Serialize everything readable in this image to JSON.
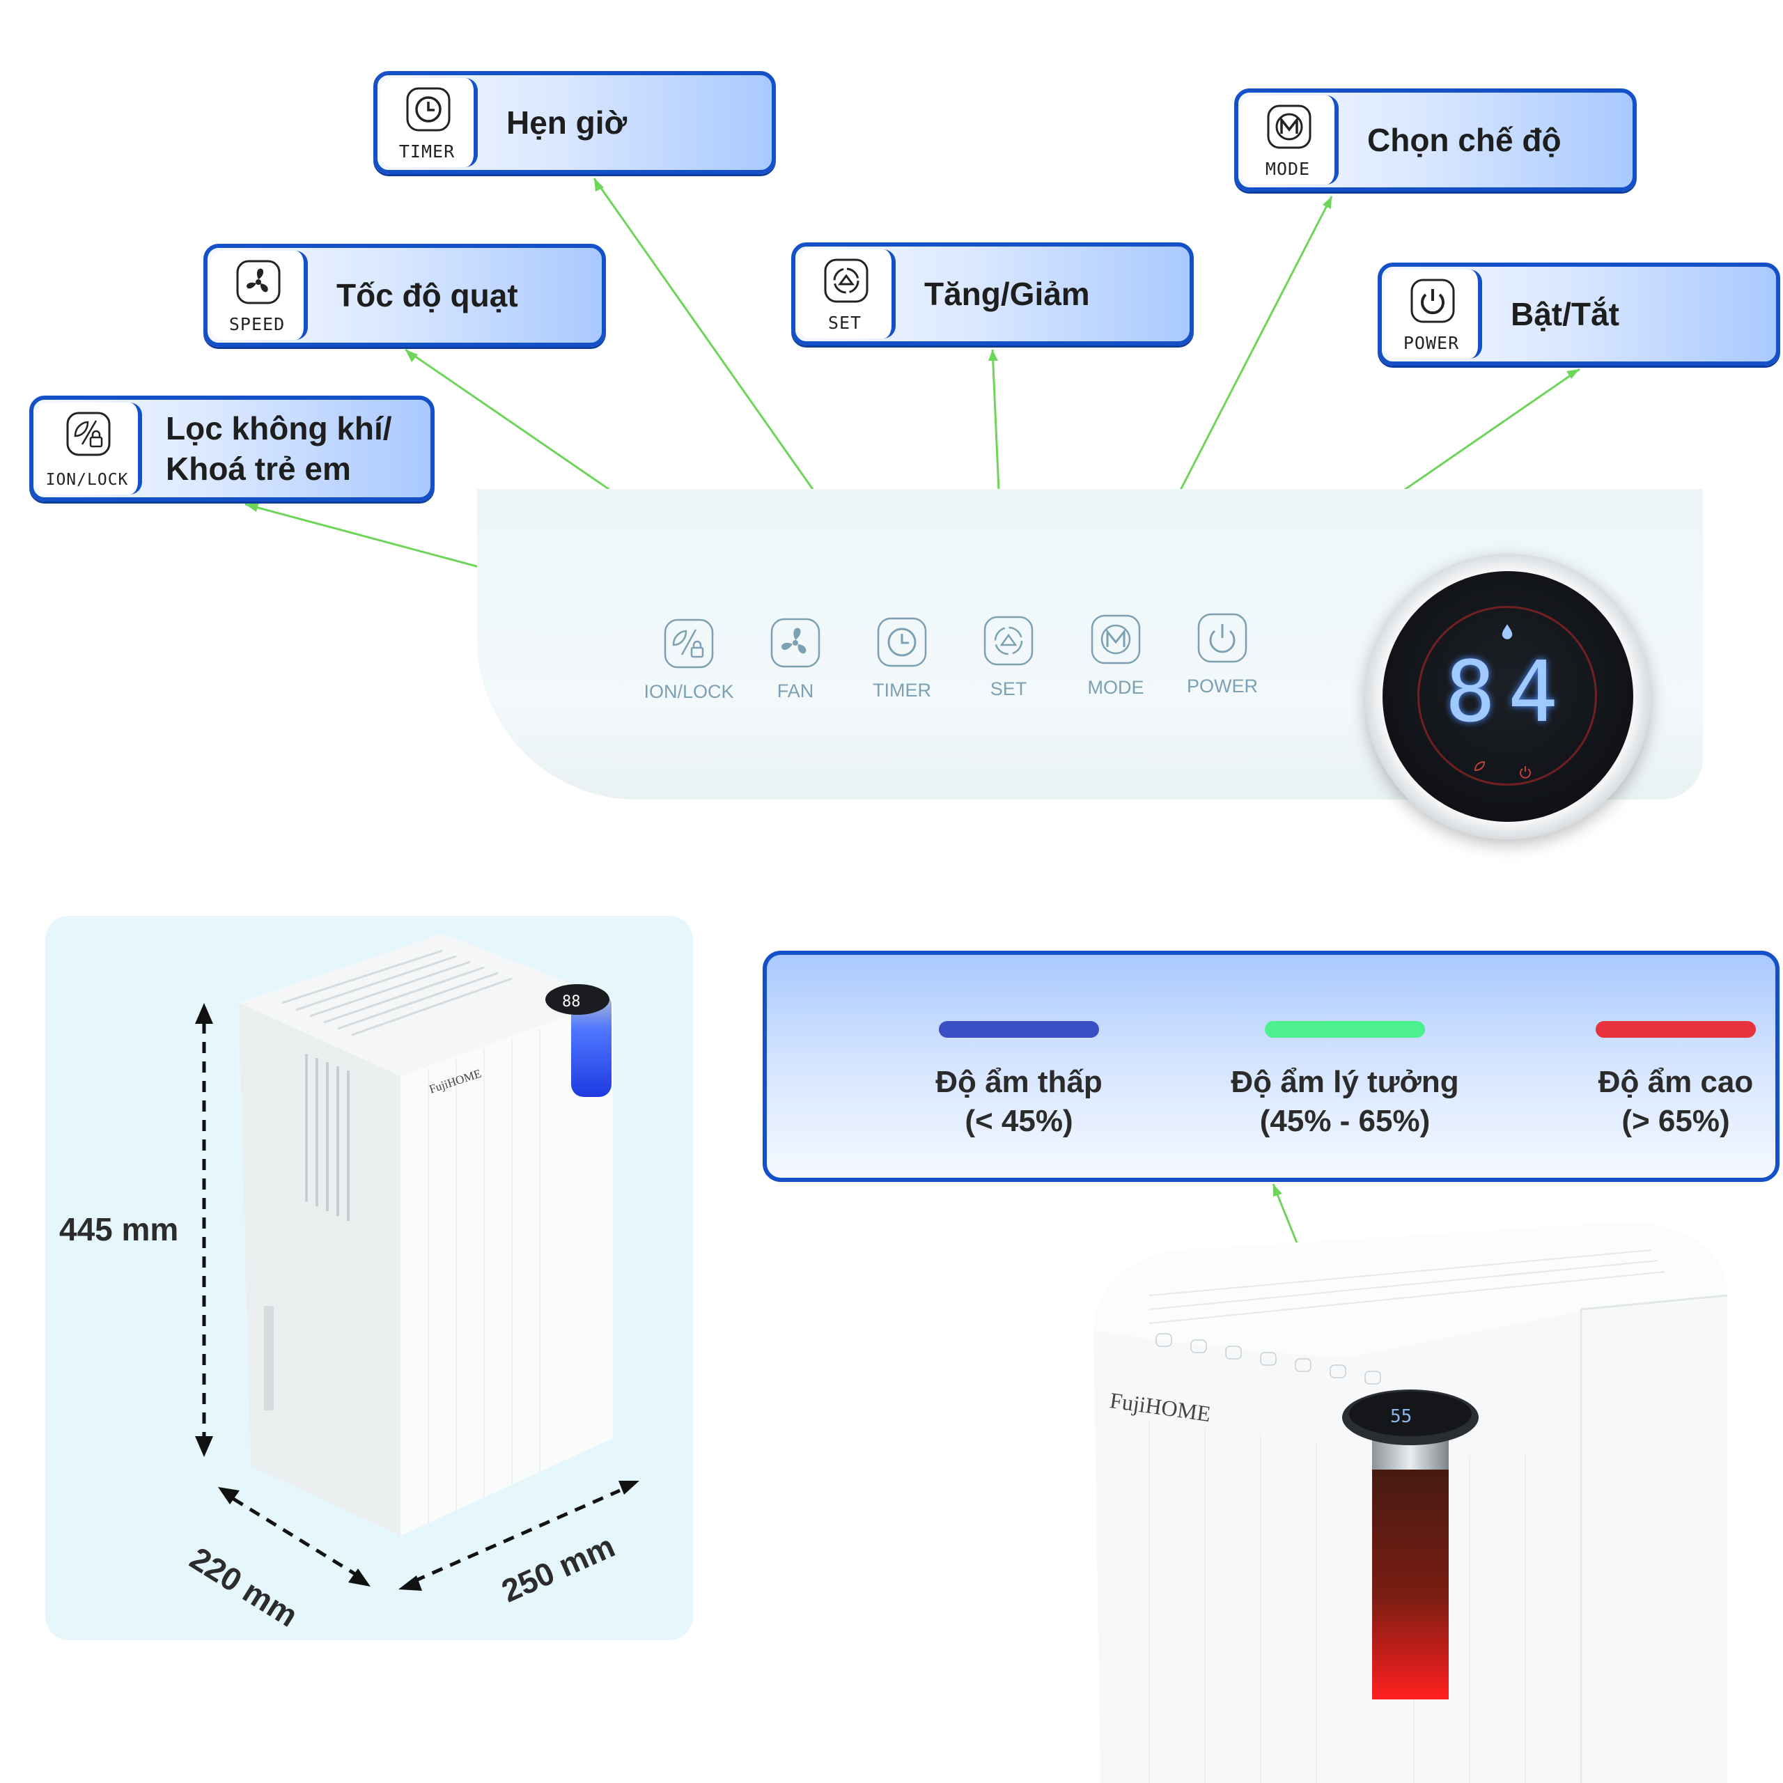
{
  "callouts": {
    "timer": {
      "caption": "TIMER",
      "label": "Hẹn giờ"
    },
    "mode": {
      "caption": "MODE",
      "label": "Chọn chế độ"
    },
    "speed": {
      "caption": "SPEED",
      "label": "Tốc độ quạt"
    },
    "set": {
      "caption": "SET",
      "label": "Tăng/Giảm"
    },
    "power": {
      "caption": "POWER",
      "label": "Bật/Tắt"
    },
    "ion_lock": {
      "caption": "ION/LOCK",
      "label_line1": "Lọc không khí/",
      "label_line2": "Khoá trẻ em"
    }
  },
  "panel": {
    "buttons": [
      {
        "label": "ION/LOCK",
        "icon": "leaf-lock-icon"
      },
      {
        "label": "FAN",
        "icon": "fan-icon"
      },
      {
        "label": "TIMER",
        "icon": "clock-icon"
      },
      {
        "label": "SET",
        "icon": "set-cycle-icon"
      },
      {
        "label": "MODE",
        "icon": "mode-m-icon"
      },
      {
        "label": "POWER",
        "icon": "power-icon"
      }
    ],
    "display": {
      "value": "84"
    }
  },
  "dimensions": {
    "height": "445 mm",
    "depth": "220 mm",
    "width": "250 mm"
  },
  "humidity_legend": [
    {
      "line1": "Độ ẩm thấp",
      "line2": "(< 45%)",
      "color": "#3b4fc4"
    },
    {
      "line1": "Độ ẩm lý tưởng",
      "line2": "(45% - 65%)",
      "color": "#4df08e"
    },
    {
      "line1": "Độ ẩm cao",
      "line2": "(> 65%)",
      "color": "#e8323c"
    }
  ],
  "brand": {
    "name": "FujiHOME"
  },
  "colors": {
    "accent": "#1450c8",
    "leader_line": "#6ed55a",
    "panel_text": "#7da0b2"
  }
}
